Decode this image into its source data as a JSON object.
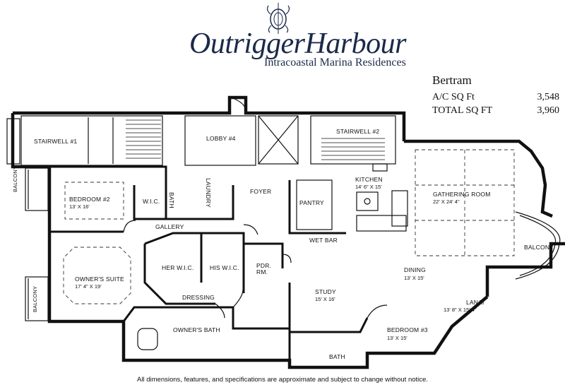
{
  "brand": {
    "title": "OutriggerHarbour",
    "subtitle": "Intracoastal Marina Residences"
  },
  "model": {
    "name": "Bertram",
    "rows": [
      {
        "label": "A/C SQ Ft",
        "value": "3,548"
      },
      {
        "label": "TOTAL SQ FT",
        "value": "3,960"
      }
    ]
  },
  "rooms": {
    "stairwell1": "STAIRWELL #1",
    "lobby4": "LOBBY #4",
    "stairwell2": "STAIRWELL #2",
    "kitchen": "KITCHEN",
    "kitchen_dim": "14' 6\" X 15'",
    "gathering": "GATHERING ROOM",
    "gathering_dim": "22' X 24' 4\"",
    "bedroom2": "BEDROOM #2",
    "bedroom2_dim": "13' X 16'",
    "wic": "W.I.C.",
    "bath_small": "BATH",
    "laundry": "LAUNDRY",
    "foyer": "FOYER",
    "pantry": "PANTRY",
    "gallery": "GALLERY",
    "wetbar": "WET BAR",
    "balcony_left_top": "BALCONY",
    "balcony_left_bottom": "BALCONY",
    "balcony_right": "BALCONY",
    "owners_suite": "OWNER'S SUITE",
    "owners_suite_dim": "17' 4\" X 19'",
    "her_wic": "HER W.I.C.",
    "his_wic": "HIS W.I.C.",
    "pdr": "PDR.",
    "rm": "RM.",
    "dining": "DINING",
    "dining_dim": "13' X 15'",
    "dressing": "DRESSING",
    "study": "STUDY",
    "study_dim": "15' X 16'",
    "lanai": "LANAI",
    "lanai_dim": "13' 8\" X 15' 4\"",
    "owners_bath": "OWNER'S BATH",
    "bedroom3": "BEDROOM #3",
    "bedroom3_dim": "13' X 15'",
    "bath_bottom": "BATH"
  },
  "disclaimer": "All dimensions, features, and specifications are approximate and subject to change without notice."
}
